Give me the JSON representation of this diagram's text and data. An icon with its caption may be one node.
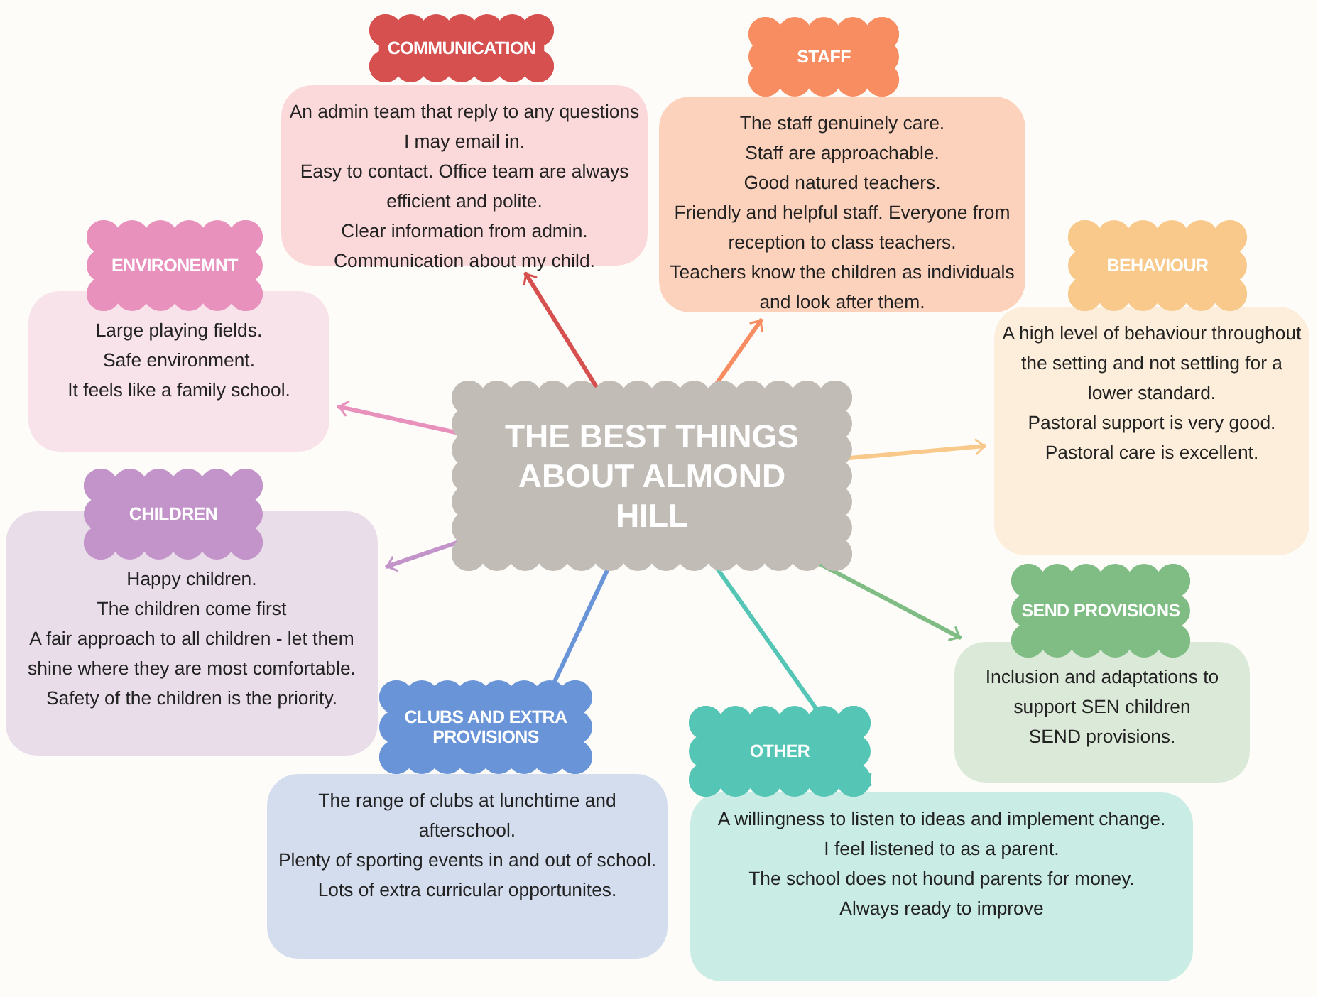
{
  "diagram": {
    "nodes": [
      {
        "text": [
          "THE BEST THINGS ABOUT ALMOND HILL"
        ]
      },
      {
        "text": [
          "COMMUNICATION",
          "An admin team that reply to any questions I may email in.",
          "Easy to contact. Office team are always efficient and polite.",
          "Clear information from admin.",
          "Communication about my child."
        ]
      },
      {
        "text": [
          "STAFF",
          "The staff genuinely care.",
          "Staff are approachable.",
          "Good natured teachers.",
          "Friendly and helpful staff. Everyone from reception to class teachers.",
          "Teachers know the children as individuals and look after them."
        ]
      },
      {
        "text": [
          "ENVIRONEMNT",
          "Large playing fields.",
          "Safe environment.",
          "It feels like a family school."
        ]
      },
      {
        "text": [
          "BEHAVIOUR",
          "A high level of behaviour throughout the setting and not settling for a lower standard.",
          "Pastoral support is very good.",
          "Pastoral care is excellent."
        ]
      },
      {
        "text": [
          "CHILDREN",
          "Happy children.",
          "The children come first",
          "A fair approach to all children - let them shine where they are most comfortable.",
          "Safety of the children is the priority."
        ]
      },
      {
        "text": [
          "SEND PROVISIONS",
          "Inclusion and adaptations to support SEN children",
          "SEND provisions."
        ]
      },
      {
        "text": [
          "CLUBS AND EXTRA PROVISIONS",
          "The range of clubs at lunchtime and afterschool.",
          "Plenty of sporting events in and out of school.",
          "Lots of extra curricular opportunites."
        ]
      },
      {
        "text": [
          "OTHER",
          "A willingness to listen to ideas and implement change.",
          "I feel listened to as a parent.",
          "The school does not hound parents for money.",
          "Always ready to improve"
        ]
      }
    ],
    "edges": [
      {
        "from": 0,
        "to": 1,
        "arrow": "to",
        "color": "#d65050"
      },
      {
        "from": 0,
        "to": 2,
        "arrow": "to",
        "color": "#f98d62"
      },
      {
        "from": 0,
        "to": 3,
        "arrow": "to",
        "color": "#e991bd"
      },
      {
        "from": 0,
        "to": 4,
        "arrow": "to",
        "color": "#f8c98a"
      },
      {
        "from": 0,
        "to": 5,
        "arrow": "to",
        "color": "#c394c9"
      },
      {
        "from": 0,
        "to": 6,
        "arrow": "to",
        "color": "#7fbd85"
      },
      {
        "from": 0,
        "to": 7,
        "arrow": "to",
        "color": "#6994d8"
      },
      {
        "from": 0,
        "to": 8,
        "arrow": "to",
        "color": "#55c5b5"
      }
    ]
  }
}
